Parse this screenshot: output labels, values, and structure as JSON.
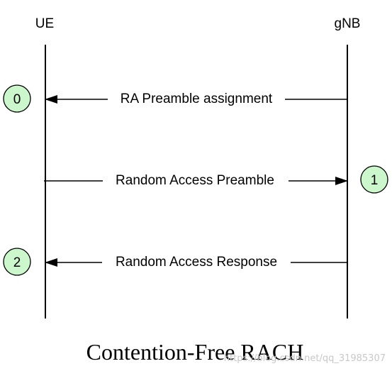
{
  "entities": {
    "ue": "UE",
    "gnb": "gNB"
  },
  "messages": [
    {
      "label": "RA Preamble assignment",
      "direction": "gNB-to-UE"
    },
    {
      "label": "Random Access Preamble",
      "direction": "UE-to-gNB"
    },
    {
      "label": "Random Access Response",
      "direction": "gNB-to-UE"
    }
  ],
  "steps": [
    "0",
    "1",
    "2"
  ],
  "title": "Contention-Free RACH",
  "watermark": "https://blog.csdn.net/qq_31985307",
  "colors": {
    "step_fill": "#ccf7cc",
    "step_stroke": "#000000",
    "line": "#000000",
    "background": "#ffffff"
  }
}
